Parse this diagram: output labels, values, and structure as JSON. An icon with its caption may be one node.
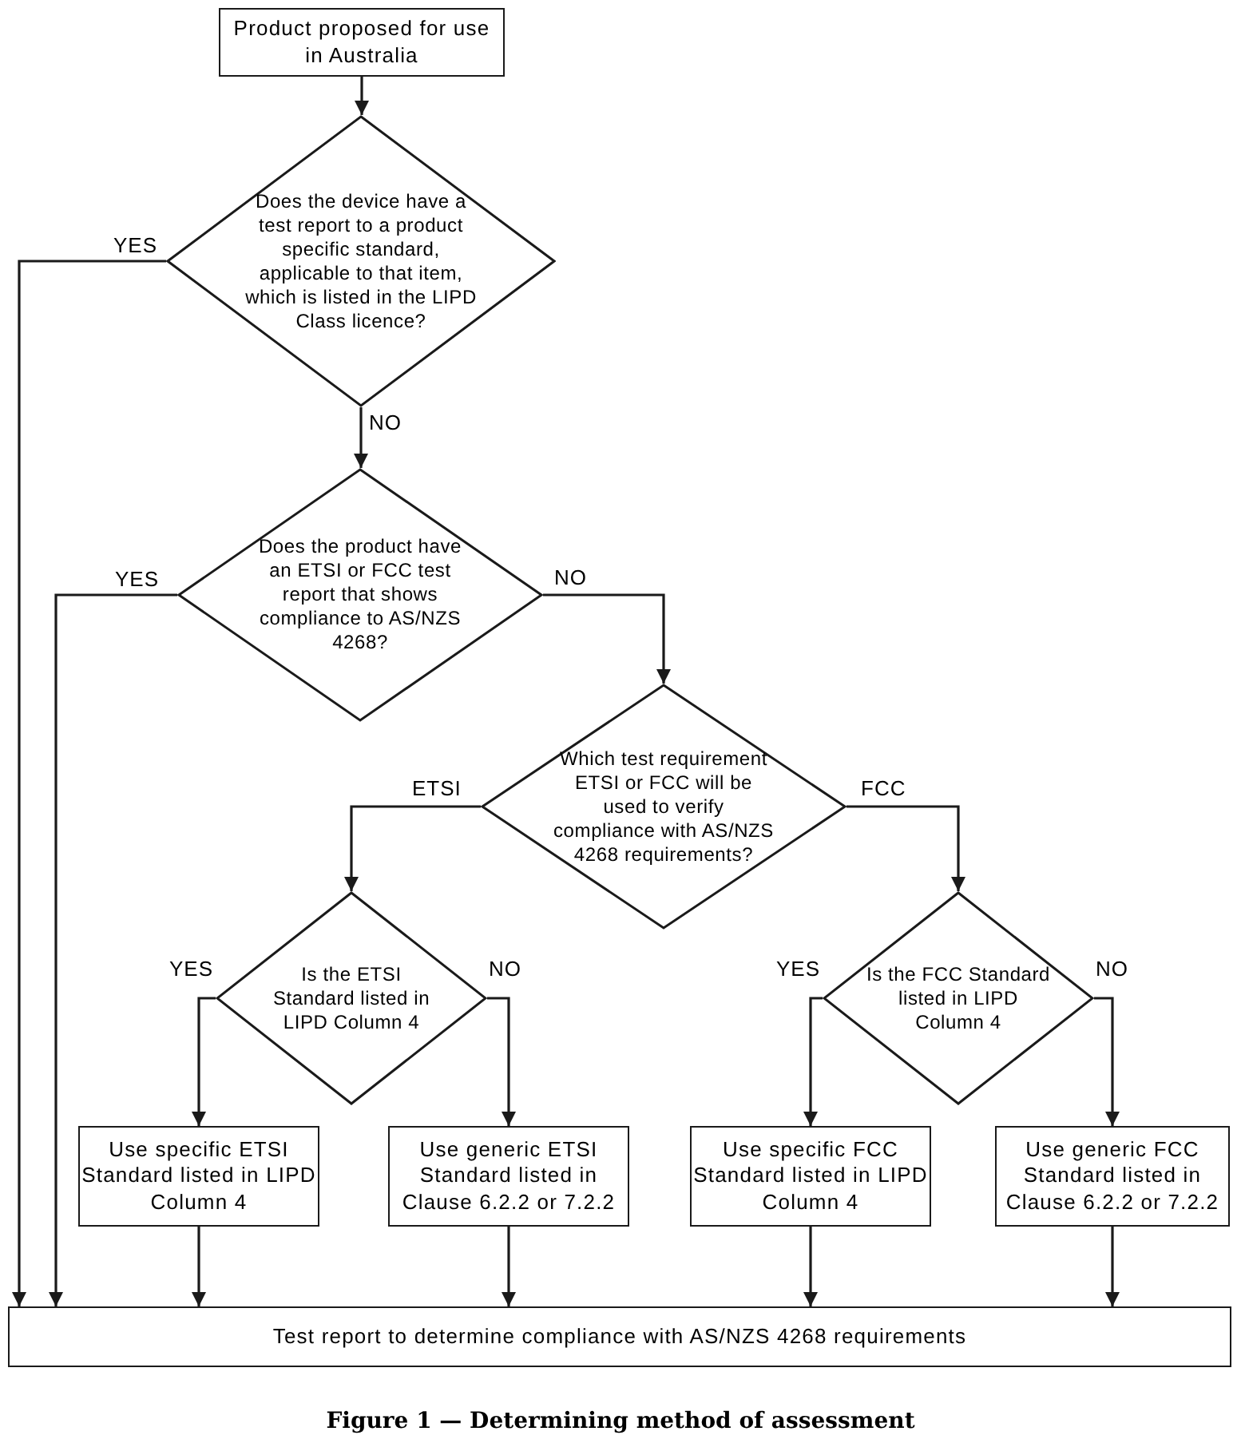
{
  "diagram": {
    "caption": "Figure 1 — Determining method of assessment",
    "nodes": [
      {
        "text": [
          "Product proposed for use in Australia"
        ]
      },
      {
        "text": [
          "Does the device have a test report to a product specific standard, applicable to that item, which is listed in the LIPD Class licence?"
        ]
      },
      {
        "text": [
          "Does the product have an ETSI or FCC test report that shows compliance to AS/NZS 4268?"
        ]
      },
      {
        "text": [
          "Which test requirement ETSI or FCC will be used to verify compliance with AS/NZS 4268 requirements?"
        ]
      },
      {
        "text": [
          "Is the ETSI Standard listed in LIPD Column 4"
        ]
      },
      {
        "text": [
          "Is the FCC Standard listed in LIPD Column 4"
        ]
      },
      {
        "text": [
          "Use specific ETSI Standard listed in LIPD Column 4"
        ]
      },
      {
        "text": [
          "Use generic ETSI Standard listed in Clause 6.2.2 or 7.2.2"
        ]
      },
      {
        "text": [
          "Use specific FCC Standard listed in LIPD Column 4"
        ]
      },
      {
        "text": [
          "Use generic FCC Standard listed in Clause 6.2.2 or 7.2.2"
        ]
      },
      {
        "text": [
          "Test report to determine compliance with AS/NZS 4268 requirements"
        ]
      }
    ],
    "edges": [
      {
        "from": 0,
        "to": 1,
        "arrow": "to"
      },
      {
        "from": 1,
        "to": 10,
        "arrow": "to",
        "label": "YES"
      },
      {
        "from": 1,
        "to": 2,
        "arrow": "to",
        "label": "NO"
      },
      {
        "from": 2,
        "to": 10,
        "arrow": "to",
        "label": "YES"
      },
      {
        "from": 2,
        "to": 3,
        "arrow": "to",
        "label": "NO"
      },
      {
        "from": 3,
        "to": 4,
        "arrow": "to",
        "label": "ETSI"
      },
      {
        "from": 3,
        "to": 5,
        "arrow": "to",
        "label": "FCC"
      },
      {
        "from": 4,
        "to": 6,
        "arrow": "to",
        "label": "YES"
      },
      {
        "from": 4,
        "to": 7,
        "arrow": "to",
        "label": "NO"
      },
      {
        "from": 5,
        "to": 8,
        "arrow": "to",
        "label": "YES"
      },
      {
        "from": 5,
        "to": 9,
        "arrow": "to",
        "label": "NO"
      },
      {
        "from": 6,
        "to": 10,
        "arrow": "to"
      },
      {
        "from": 7,
        "to": 10,
        "arrow": "to"
      },
      {
        "from": 8,
        "to": 10,
        "arrow": "to"
      },
      {
        "from": 9,
        "to": 10,
        "arrow": "to"
      }
    ]
  }
}
